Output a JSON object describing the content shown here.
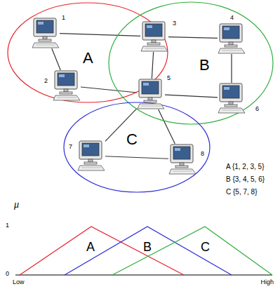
{
  "diagram": {
    "nodes": [
      {
        "text": [
          "A"
        ]
      },
      {
        "text": [
          "B"
        ]
      },
      {
        "text": [
          "C"
        ]
      },
      {
        "text": [
          "1"
        ]
      },
      {
        "text": [
          "2"
        ]
      },
      {
        "text": [
          "3"
        ]
      },
      {
        "text": [
          "4"
        ]
      },
      {
        "text": [
          "5"
        ]
      },
      {
        "text": [
          "6"
        ]
      },
      {
        "text": [
          "7"
        ]
      },
      {
        "text": [
          "8"
        ]
      }
    ],
    "edges": [
      {
        "from": 3,
        "to": 5,
        "arrow": "none"
      },
      {
        "from": 3,
        "to": 4,
        "arrow": "none"
      },
      {
        "from": 4,
        "to": 7,
        "arrow": "none"
      },
      {
        "from": 5,
        "to": 7,
        "arrow": "none"
      },
      {
        "from": 5,
        "to": 6,
        "arrow": "none"
      },
      {
        "from": 6,
        "to": 8,
        "arrow": "none"
      },
      {
        "from": 7,
        "to": 8,
        "arrow": "none"
      },
      {
        "from": 7,
        "to": 9,
        "arrow": "none"
      },
      {
        "from": 7,
        "to": 10,
        "arrow": "none"
      },
      {
        "from": 9,
        "to": 10,
        "arrow": "none"
      }
    ],
    "labels": [
      "A {1, 2, 3, 5}",
      "B {3, 4, 5, 6}",
      "C {5, 7, 8}",
      "μ",
      "1",
      "0",
      "Low",
      "High",
      "A",
      "B",
      "C"
    ]
  }
}
